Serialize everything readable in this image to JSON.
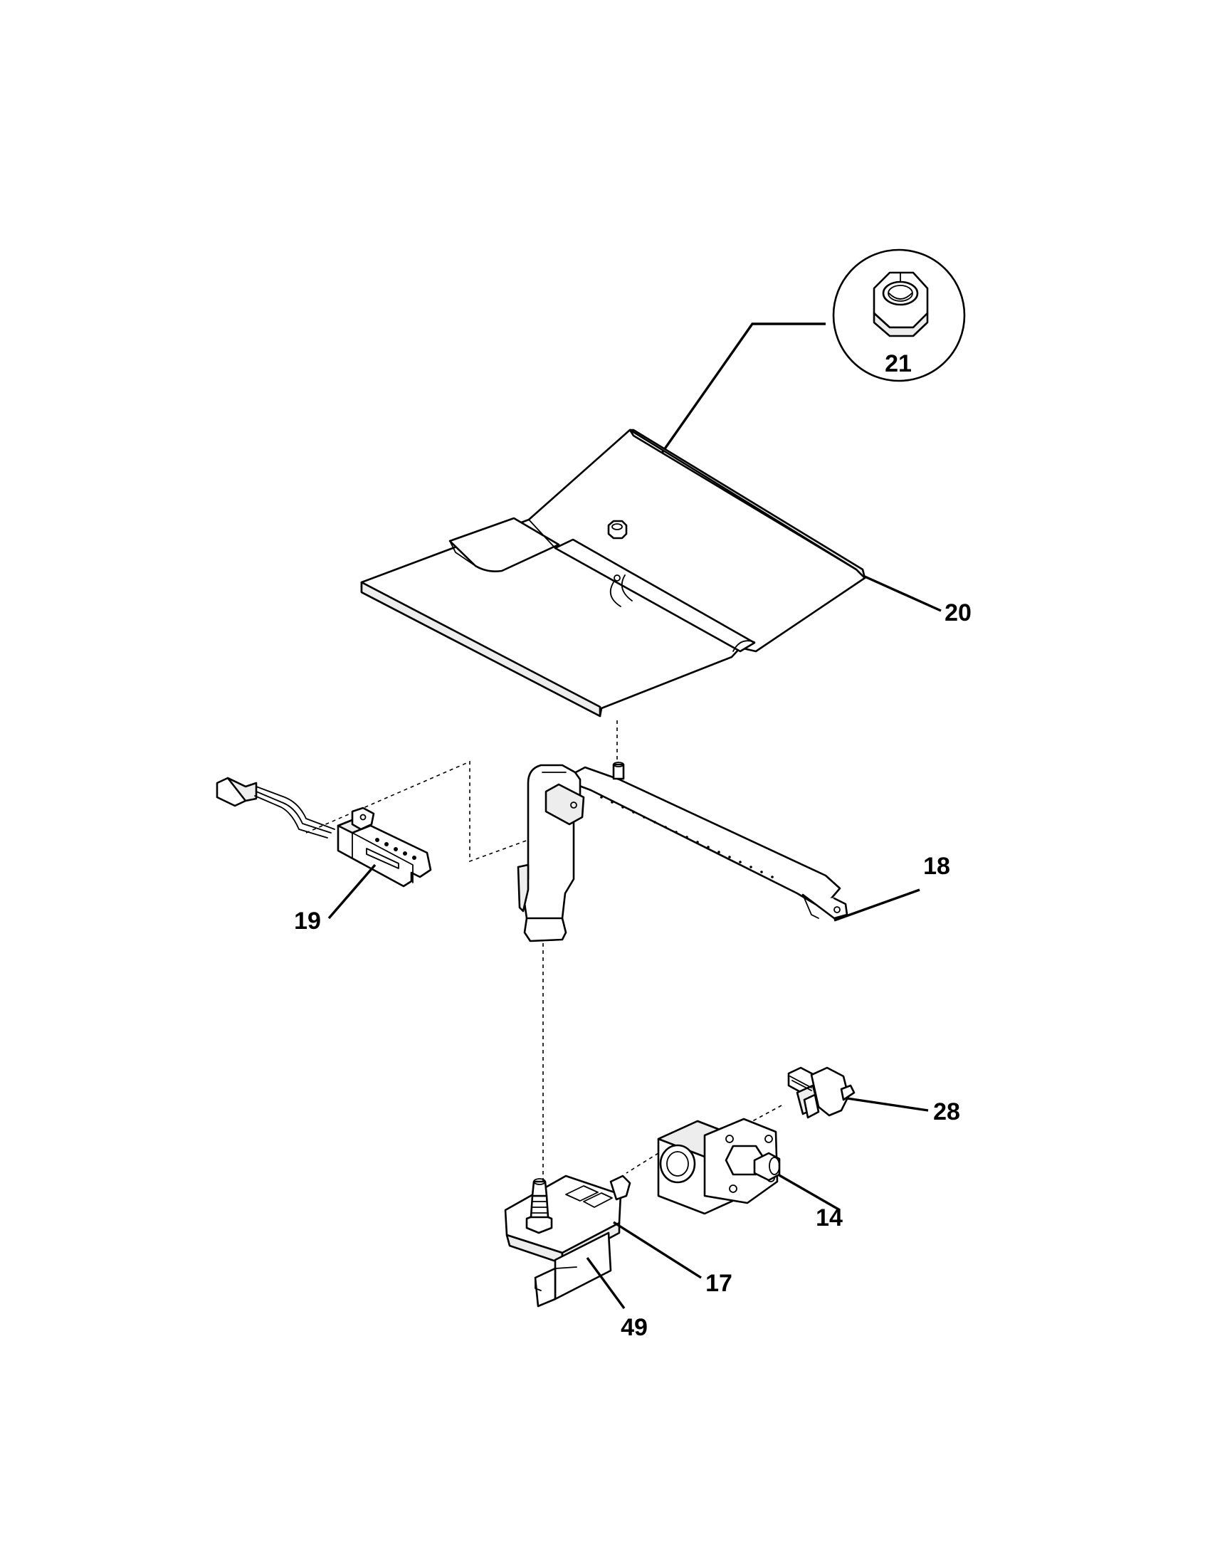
{
  "diagram": {
    "callouts": [
      {
        "id": "21",
        "label": "21"
      },
      {
        "id": "20",
        "label": "20"
      },
      {
        "id": "18",
        "label": "18"
      },
      {
        "id": "19",
        "label": "19"
      },
      {
        "id": "28",
        "label": "28"
      },
      {
        "id": "14",
        "label": "14"
      },
      {
        "id": "17",
        "label": "17"
      },
      {
        "id": "49",
        "label": "49"
      }
    ]
  }
}
